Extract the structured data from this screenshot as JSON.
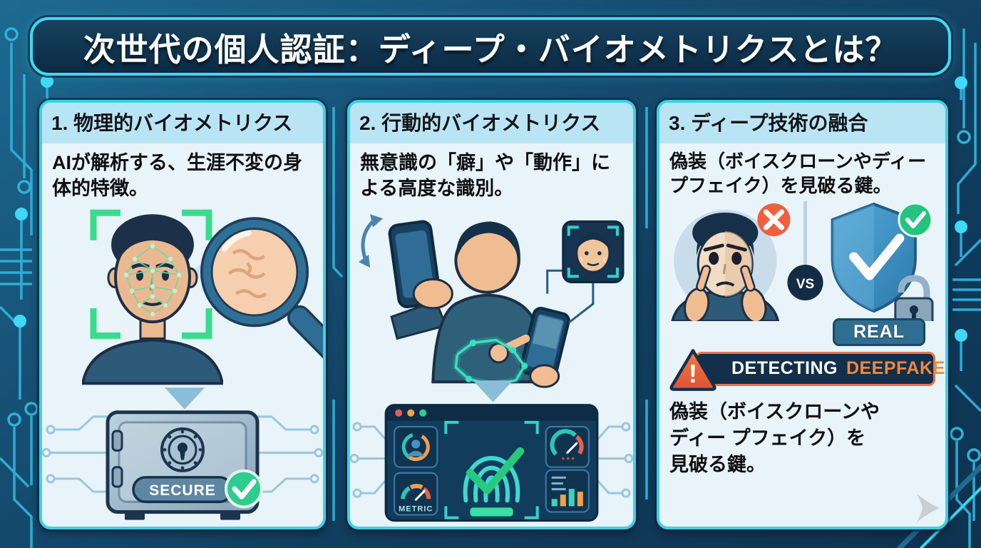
{
  "infographic": {
    "title": "次世代の個人認証：ディープ・バイオメトリクスとは？"
  },
  "panels": [
    {
      "header": "1. 物理的バイオメトリクス",
      "description": "AIが解析する、生涯不変の身体的特徴。",
      "secure_badge": "SECURE"
    },
    {
      "header": "2. 行動的バイオメトリクス",
      "description": "無意識の「癖」や「動作」による高度な識別。",
      "metric_label": "METRIC"
    },
    {
      "header": "3. ディープ技術の融合",
      "description": "偽装（ボイスクローンやディープフェイク）を見破る鍵。",
      "vs_label": "VS",
      "real_badge": "REAL",
      "warning_word1": "DETECTING",
      "warning_word2": "DEEPFAKE",
      "footer_lines": [
        "偽装（ボイスクローンや",
        "ディー プフェイク）を",
        "見破る鍵。"
      ]
    }
  ],
  "icons": {
    "exclamation": "!"
  },
  "colors": {
    "background_dark_blue": "#113e5f",
    "circuit_cyan": "#2fb2da",
    "circuit_bright": "#3fd9f5",
    "panel_border": "#3ecfe8",
    "panel_header_bg": "#b9e4f4",
    "panel_body_bg": "#e8f4fa",
    "title_box_bg": "#0c2a44",
    "scan_green": "#3bdb8e",
    "accent_teal": "#38e0c0",
    "success_green": "#2ecc8f",
    "alert_orange_red": "#f15f3d",
    "deepfake_orange": "#f0883c"
  }
}
